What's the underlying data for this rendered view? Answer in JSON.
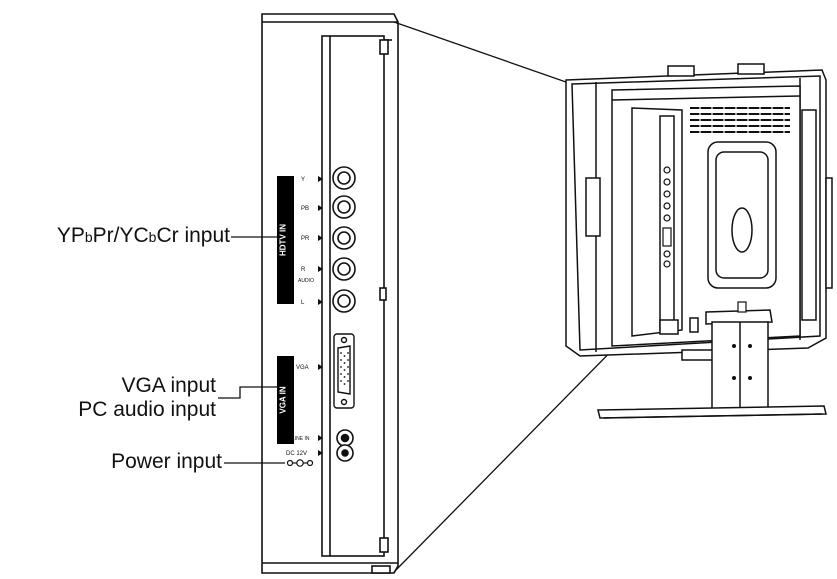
{
  "callouts": {
    "ypbpr": {
      "pre": "YP",
      "sub1": "b",
      "mid": "Pr/YC",
      "sub2": "b",
      "post": "Cr input"
    },
    "vga": "VGA input",
    "pc_audio": "PC audio input",
    "power": "Power input"
  },
  "panel_labels": {
    "hdtv_in": "HDTV IN",
    "vga_in": "VGA IN",
    "y": "Y",
    "pb": "PB",
    "pr": "PR",
    "r": "R",
    "audio": "AUDIO",
    "l": "L",
    "vga": "VGA",
    "line_in": "LINE IN",
    "dc": "DC 12V"
  },
  "colors": {
    "line": "#111111",
    "fill": "#ffffff",
    "label_bg": "#000000"
  }
}
